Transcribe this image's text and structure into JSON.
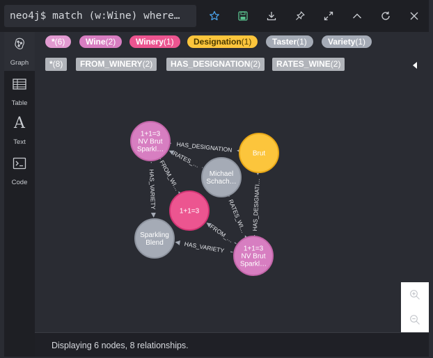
{
  "query": {
    "prompt": "neo4j$",
    "text": "match (w:Wine) where…"
  },
  "toolbar": {
    "icons": [
      "star-icon",
      "save-icon",
      "download-icon",
      "pin-icon",
      "expand-icon",
      "collapse-up-icon",
      "refresh-icon",
      "close-icon"
    ]
  },
  "sidebar": {
    "items": [
      {
        "label": "Graph",
        "icon": "graph-icon",
        "active": true
      },
      {
        "label": "Table",
        "icon": "table-icon"
      },
      {
        "label": "Text",
        "icon": "text-icon",
        "glyph": "A"
      },
      {
        "label": "Code",
        "icon": "code-icon"
      }
    ]
  },
  "legend": {
    "labels": [
      {
        "name": "*",
        "count": "(6)",
        "color": "#e19ad0",
        "text_color": "#ffffff"
      },
      {
        "name": "Wine",
        "count": "(2)",
        "color": "#d77ec1",
        "text_color": "#ffffff"
      },
      {
        "name": "Winery",
        "count": "(1)",
        "color": "#ec5590",
        "text_color": "#ffffff"
      },
      {
        "name": "Designation",
        "count": "(1)",
        "color": "#fcc53c",
        "text_color": "#4a3a00"
      },
      {
        "name": "Taster",
        "count": "(1)",
        "color": "#a5abb6",
        "text_color": "#ffffff"
      },
      {
        "name": "Variety",
        "count": "(1)",
        "color": "#a5abb6",
        "text_color": "#ffffff"
      }
    ],
    "relationships": [
      {
        "name": "*",
        "count": "(8)"
      },
      {
        "name": "FROM_WINERY",
        "count": "(2)"
      },
      {
        "name": "HAS_DESIGNATION",
        "count": "(2)"
      },
      {
        "name": "RATES_WINE",
        "count": "(2)"
      }
    ]
  },
  "graph": {
    "nodes": [
      {
        "id": "wine1",
        "lines": [
          "1+1=3",
          "NV Brut",
          "Sparkl…"
        ],
        "color": "#d77ec1",
        "border": "#c265a8"
      },
      {
        "id": "brut",
        "lines": [
          "Brut"
        ],
        "color": "#fcc53c",
        "border": "#e8a818"
      },
      {
        "id": "taster",
        "lines": [
          "Michael",
          "Schach…"
        ],
        "color": "#a5abb6",
        "border": "#8d939e"
      },
      {
        "id": "winery",
        "lines": [
          "1+1=3"
        ],
        "color": "#ec5590",
        "border": "#d03473"
      },
      {
        "id": "variety",
        "lines": [
          "Sparkling",
          "Blend"
        ],
        "color": "#a5abb6",
        "border": "#8d939e"
      },
      {
        "id": "wine2",
        "lines": [
          "1+1=3",
          "NV Brut",
          "Sparkl…"
        ],
        "color": "#d77ec1",
        "border": "#c265a8"
      }
    ],
    "relationships": [
      {
        "label": "HAS_DESIGNATION"
      },
      {
        "label": "RATES_…"
      },
      {
        "label": "FROM_WI…"
      },
      {
        "label": "HAS_VARIETY"
      },
      {
        "label": "RATES_WI…"
      },
      {
        "label": "HAS_DESIGNATI…"
      },
      {
        "label": "FROM_…"
      },
      {
        "label": "HAS_VARIETY"
      }
    ]
  },
  "status": {
    "text": "Displaying 6 nodes, 8 relationships."
  },
  "zoom": {
    "in_icon": "zoom-in-icon",
    "out_icon": "zoom-out-icon"
  }
}
